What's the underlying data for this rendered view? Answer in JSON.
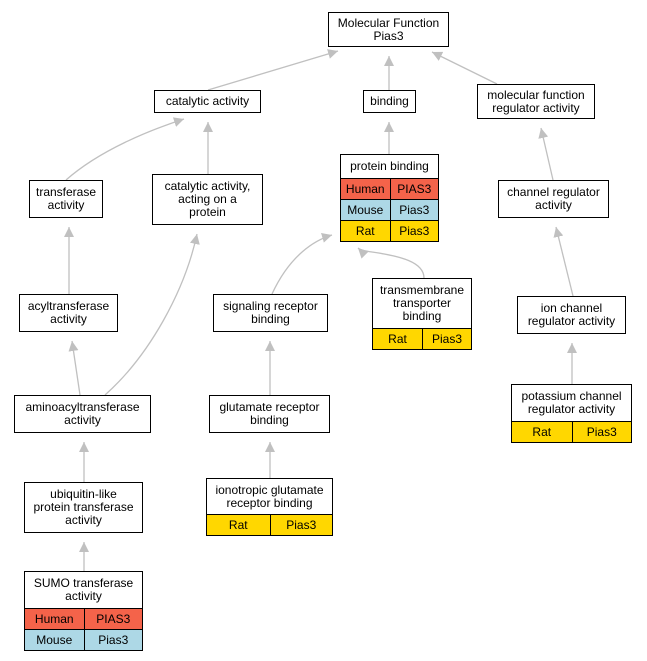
{
  "colors": {
    "human": "#f4634a",
    "mouse": "#add8e6",
    "rat": "#ffd700",
    "edge": "#c0c0c0"
  },
  "nodes": [
    {
      "id": "molecular-function",
      "label": "Molecular Function\nPias3",
      "rows": []
    },
    {
      "id": "catalytic-activity",
      "label": "catalytic activity",
      "rows": []
    },
    {
      "id": "binding",
      "label": "binding",
      "rows": []
    },
    {
      "id": "mf-regulator-activity",
      "label": "molecular function\nregulator activity",
      "rows": []
    },
    {
      "id": "protein-binding",
      "label": "protein binding",
      "rows": [
        {
          "species": "Human",
          "gene": "PIAS3",
          "color": "human"
        },
        {
          "species": "Mouse",
          "gene": "Pias3",
          "color": "mouse"
        },
        {
          "species": "Rat",
          "gene": "Pias3",
          "color": "rat"
        }
      ]
    },
    {
      "id": "transferase-activity",
      "label": "transferase\nactivity",
      "rows": []
    },
    {
      "id": "catalytic-activity-protein",
      "label": "catalytic activity,\nacting on a\nprotein",
      "rows": []
    },
    {
      "id": "channel-regulator-activity",
      "label": "channel regulator\nactivity",
      "rows": []
    },
    {
      "id": "acyltransferase-activity",
      "label": "acyltransferase\nactivity",
      "rows": []
    },
    {
      "id": "signaling-receptor-binding",
      "label": "signaling receptor\nbinding",
      "rows": []
    },
    {
      "id": "transmembrane-transporter-binding",
      "label": "transmembrane\ntransporter\nbinding",
      "rows": [
        {
          "species": "Rat",
          "gene": "Pias3",
          "color": "rat"
        }
      ]
    },
    {
      "id": "ion-channel-regulator-activity",
      "label": "ion channel\nregulator activity",
      "rows": []
    },
    {
      "id": "aminoacyltransferase-activity",
      "label": "aminoacyltransferase\nactivity",
      "rows": []
    },
    {
      "id": "glutamate-receptor-binding",
      "label": "glutamate receptor\nbinding",
      "rows": []
    },
    {
      "id": "potassium-channel-regulator-activity",
      "label": "potassium channel\nregulator activity",
      "rows": [
        {
          "species": "Rat",
          "gene": "Pias3",
          "color": "rat"
        }
      ]
    },
    {
      "id": "ubiquitin-like-protein-transferase-activity",
      "label": "ubiquitin-like\nprotein transferase\nactivity",
      "rows": []
    },
    {
      "id": "ionotropic-glutamate-receptor-binding",
      "label": "ionotropic glutamate\nreceptor binding",
      "rows": [
        {
          "species": "Rat",
          "gene": "Pias3",
          "color": "rat"
        }
      ]
    },
    {
      "id": "sumo-transferase-activity",
      "label": "SUMO transferase\nactivity",
      "rows": [
        {
          "species": "Human",
          "gene": "PIAS3",
          "color": "human"
        },
        {
          "species": "Mouse",
          "gene": "Pias3",
          "color": "mouse"
        }
      ]
    }
  ],
  "edges": [
    {
      "from": "catalytic-activity",
      "to": "molecular-function"
    },
    {
      "from": "binding",
      "to": "molecular-function"
    },
    {
      "from": "mf-regulator-activity",
      "to": "molecular-function"
    },
    {
      "from": "transferase-activity",
      "to": "catalytic-activity"
    },
    {
      "from": "catalytic-activity-protein",
      "to": "catalytic-activity"
    },
    {
      "from": "protein-binding",
      "to": "binding"
    },
    {
      "from": "channel-regulator-activity",
      "to": "mf-regulator-activity"
    },
    {
      "from": "acyltransferase-activity",
      "to": "transferase-activity"
    },
    {
      "from": "aminoacyltransferase-activity",
      "to": "acyltransferase-activity"
    },
    {
      "from": "aminoacyltransferase-activity",
      "to": "catalytic-activity-protein"
    },
    {
      "from": "ubiquitin-like-protein-transferase-activity",
      "to": "aminoacyltransferase-activity"
    },
    {
      "from": "sumo-transferase-activity",
      "to": "ubiquitin-like-protein-transferase-activity"
    },
    {
      "from": "signaling-receptor-binding",
      "to": "protein-binding"
    },
    {
      "from": "transmembrane-transporter-binding",
      "to": "protein-binding"
    },
    {
      "from": "glutamate-receptor-binding",
      "to": "signaling-receptor-binding"
    },
    {
      "from": "ionotropic-glutamate-receptor-binding",
      "to": "glutamate-receptor-binding"
    },
    {
      "from": "ion-channel-regulator-activity",
      "to": "channel-regulator-activity"
    },
    {
      "from": "potassium-channel-regulator-activity",
      "to": "ion-channel-regulator-activity"
    }
  ]
}
